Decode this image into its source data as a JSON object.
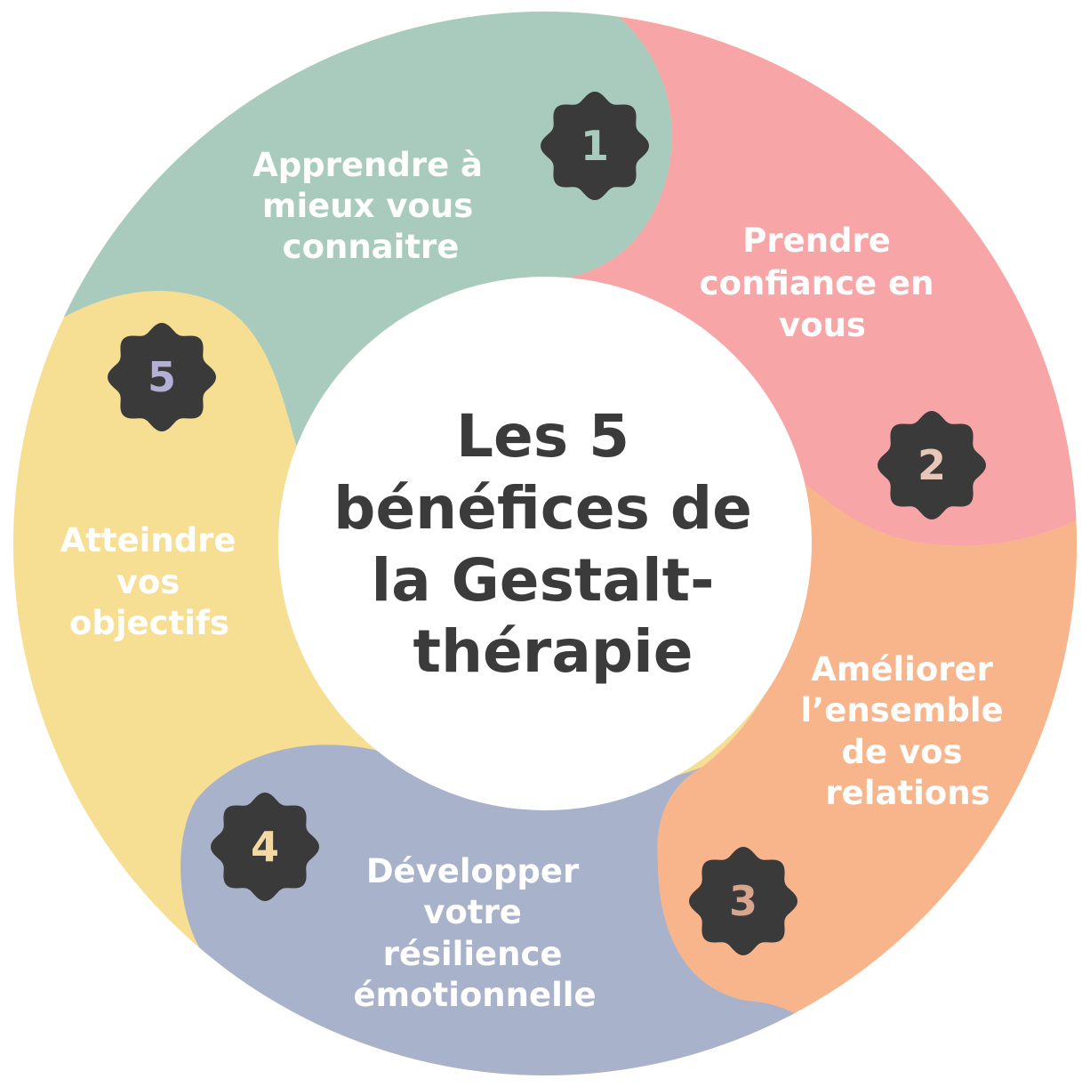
{
  "title_lines": [
    "Les 5",
    "bénéfices de",
    "la Gestalt-",
    "thérapie"
  ],
  "colors": {
    "title": "#3b3b3b",
    "badge": "#3a3a3a",
    "label": "#ffffff",
    "center": "#ffffff"
  },
  "segments": [
    {
      "number": "1",
      "lines": [
        "Apprendre à",
        "mieux vous",
        "connaitre"
      ],
      "color": "#a9cbbe",
      "number_color": "#a9cbbe"
    },
    {
      "number": "2",
      "lines": [
        "Prendre",
        "confiance en",
        "vous"
      ],
      "color": "#f7a5a7",
      "number_color": "#e8c6b8"
    },
    {
      "number": "3",
      "lines": [
        "Améliorer",
        "l’ensemble",
        "de vos",
        "relations"
      ],
      "color": "#f8b58c",
      "number_color": "#d8a68c"
    },
    {
      "number": "4",
      "lines": [
        "Développer",
        "votre",
        "résilience",
        "émotionnelle"
      ],
      "color": "#a8b2cb",
      "number_color": "#f2d9a4"
    },
    {
      "number": "5",
      "lines": [
        "Atteindre",
        "vos",
        "objectifs"
      ],
      "color": "#f6de93",
      "number_color": "#b2b0d4"
    }
  ]
}
